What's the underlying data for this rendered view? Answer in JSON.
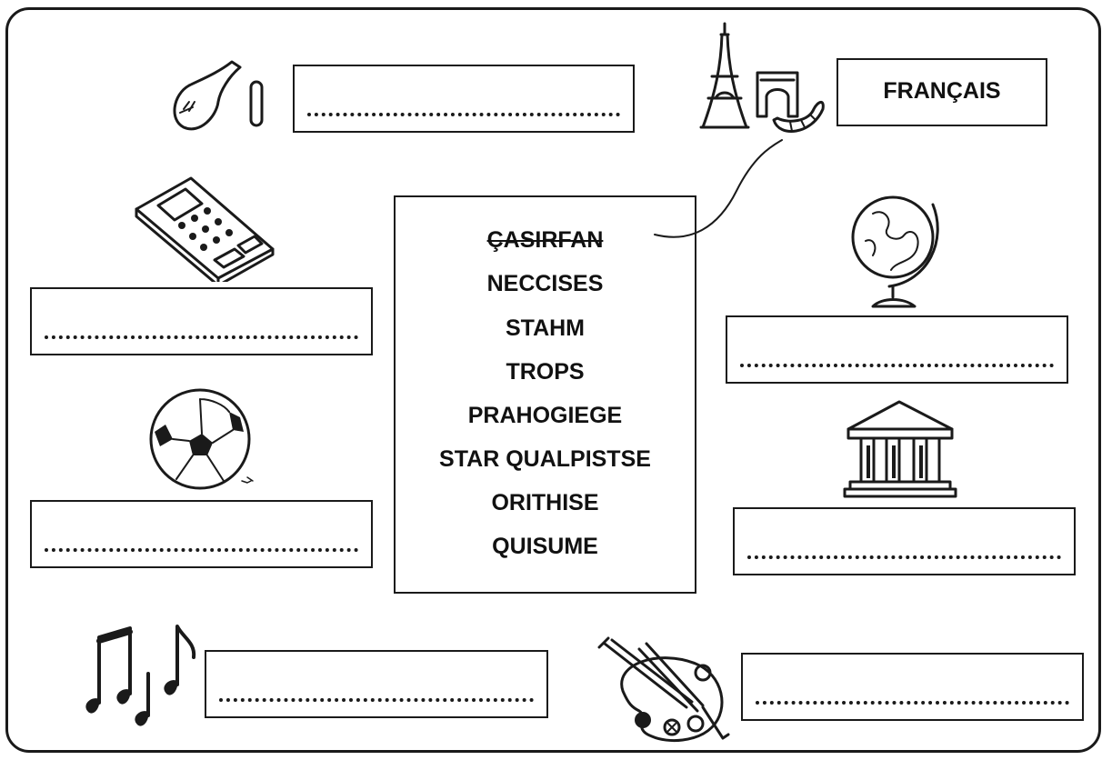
{
  "word_list": [
    {
      "text": "ÇASIRFAN",
      "struck": true
    },
    {
      "text": "NECCISES",
      "struck": false
    },
    {
      "text": "STAHM",
      "struck": false
    },
    {
      "text": "TROPS",
      "struck": false
    },
    {
      "text": "PRAHOGIEGE",
      "struck": false
    },
    {
      "text": "STAR QUALPISTSE",
      "struck": false
    },
    {
      "text": "ORITHISE",
      "struck": false
    },
    {
      "text": "QUISUME",
      "struck": false
    }
  ],
  "answers": {
    "science": "",
    "french": "FRANÇAIS",
    "maths": "",
    "geography": "",
    "sport": "",
    "history": "",
    "music": "",
    "art": ""
  },
  "icons": {
    "science": "test-tube-flask-icon",
    "french": "eiffel-tower-arc-croissant-icon",
    "maths": "calculator-icon",
    "geography": "globe-icon",
    "sport": "football-icon",
    "history": "temple-icon",
    "music": "music-notes-icon",
    "art": "paint-palette-icon"
  }
}
